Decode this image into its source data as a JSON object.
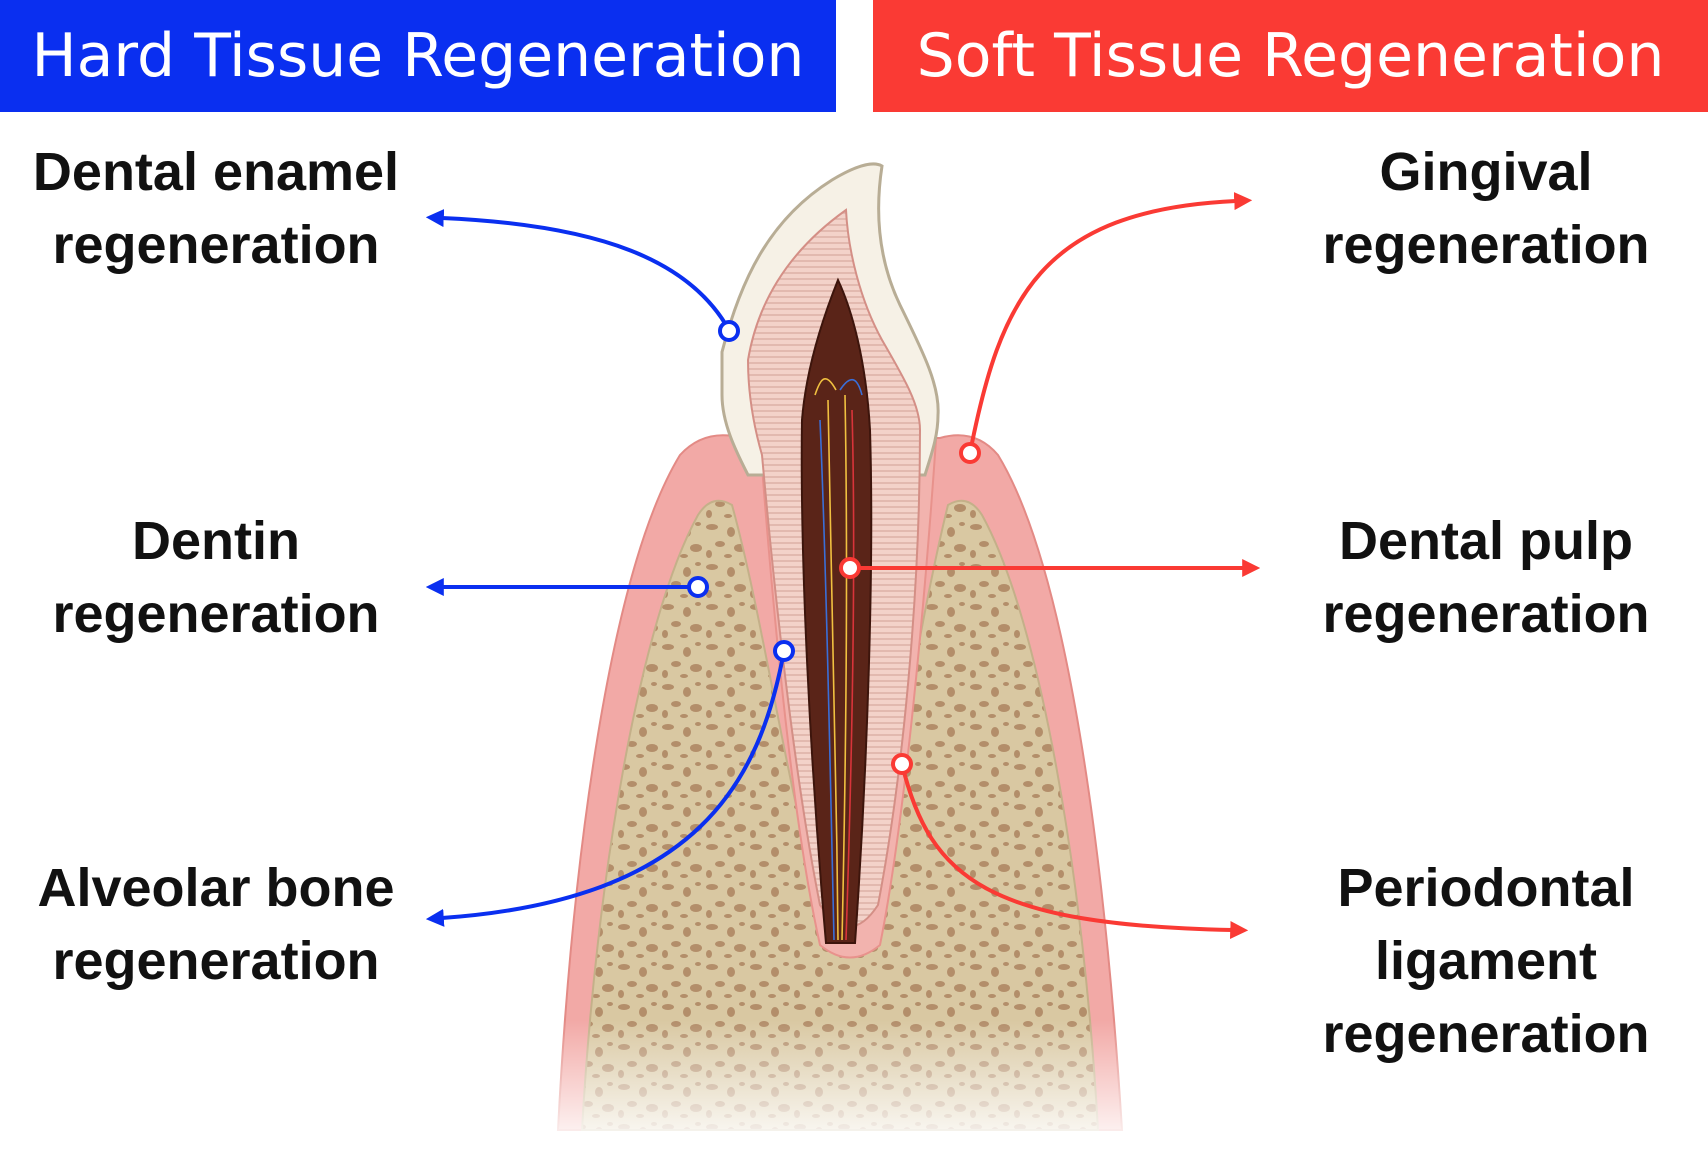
{
  "headers": {
    "hard": "Hard Tissue Regeneration",
    "soft": "Soft Tissue Regeneration"
  },
  "hard_labels": [
    {
      "id": "enamel",
      "lines": [
        "Dental enamel",
        "regeneration"
      ]
    },
    {
      "id": "dentin",
      "lines": [
        "Dentin",
        "regeneration"
      ]
    },
    {
      "id": "bone",
      "lines": [
        "Alveolar bone",
        "regeneration"
      ]
    }
  ],
  "soft_labels": [
    {
      "id": "gingival",
      "lines": [
        "Gingival",
        "regeneration"
      ]
    },
    {
      "id": "pulp",
      "lines": [
        "Dental pulp",
        "regeneration"
      ]
    },
    {
      "id": "periodontal",
      "lines": [
        "Periodontal",
        "ligament",
        "regeneration"
      ]
    }
  ],
  "colors": {
    "hard": "#0a2ff0",
    "soft": "#fa3a34",
    "gum": "#f2a9a6",
    "bone": "#d7c6a0",
    "enamel": "#f6f1e6",
    "dentin": "#f1cdc4",
    "pulp": "#5a2418"
  }
}
